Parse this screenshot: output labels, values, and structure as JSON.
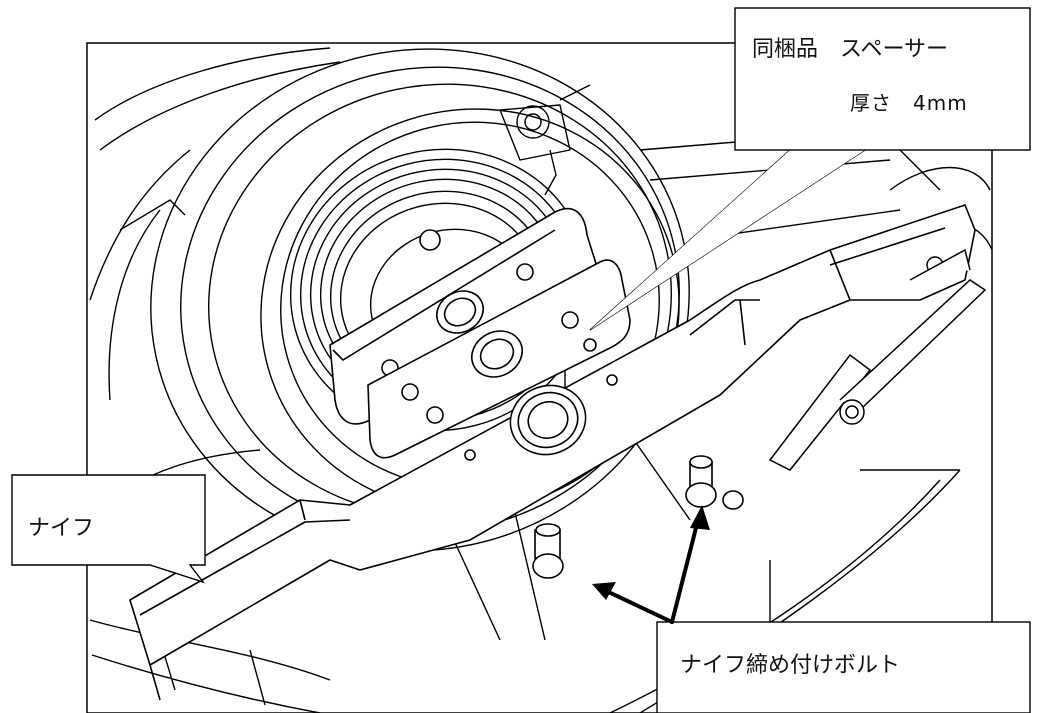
{
  "callouts": {
    "spacer_line1": "同梱品　スペーサー",
    "spacer_line2": "厚さ　4mm",
    "knife": "ナイフ",
    "bolt": "ナイフ締め付けボルト"
  }
}
